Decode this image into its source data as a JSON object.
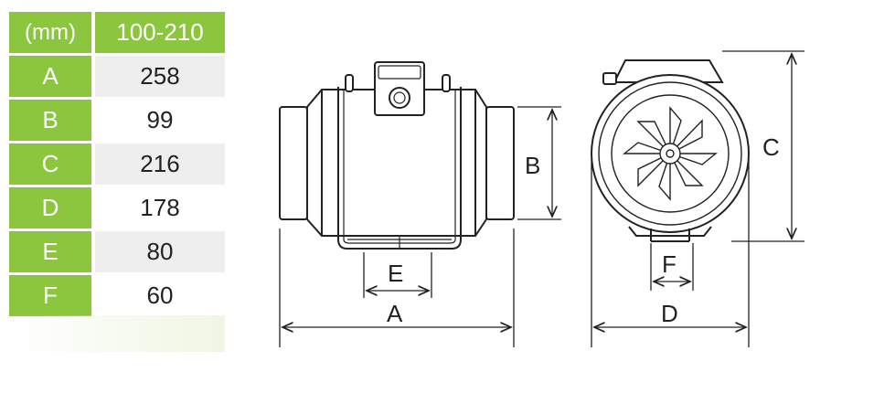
{
  "table": {
    "header": {
      "key": "(mm)",
      "value": "100-210"
    },
    "rows": [
      {
        "key": "A",
        "value": "258"
      },
      {
        "key": "B",
        "value": "99"
      },
      {
        "key": "C",
        "value": "216"
      },
      {
        "key": "D",
        "value": "178"
      },
      {
        "key": "E",
        "value": "80"
      },
      {
        "key": "F",
        "value": "60"
      }
    ]
  },
  "drawing": {
    "labels": {
      "a": "A",
      "b": "B",
      "c": "C",
      "d": "D",
      "e": "E",
      "f": "F"
    }
  },
  "colors": {
    "accent": "#8cc63f",
    "line": "#222222",
    "row_alt": "#eeeeee"
  }
}
